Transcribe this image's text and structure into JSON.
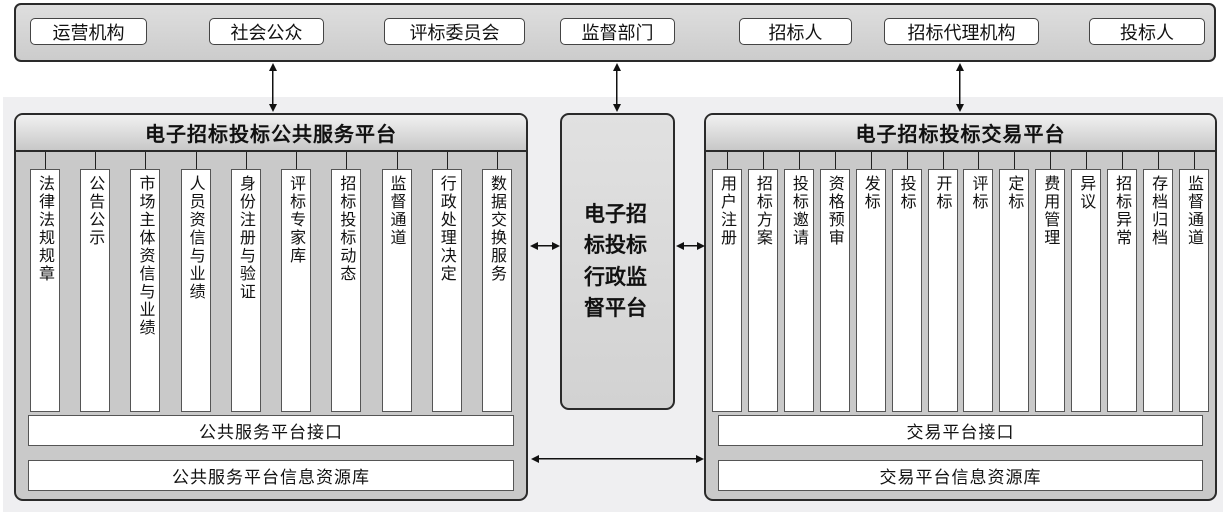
{
  "top_bar": {
    "actors": [
      "运营机构",
      "社会公众",
      "评标委员会",
      "监督部门",
      "招标人",
      "招标代理机构",
      "投标人"
    ]
  },
  "service_platform": {
    "title": "电子招标投标公共服务平台",
    "modules": [
      "法律法规规章",
      "公告公示",
      "市场主体资信与业绩",
      "人员资信与业绩",
      "身份注册与验证",
      "评标专家库",
      "招标投标动态",
      "监督通道",
      "行政处理决定",
      "数据交换服务"
    ],
    "interface_bar": "公共服务平台接口",
    "resource_bar": "公共服务平台信息资源库"
  },
  "supervision_platform": {
    "title": "电子招标投标行政监督平台"
  },
  "trading_platform": {
    "title": "电子招标投标交易平台",
    "modules": [
      "用户注册",
      "招标方案",
      "投标邀请",
      "资格预审",
      "发标",
      "投标",
      "开标",
      "评标",
      "定标",
      "费用管理",
      "异议",
      "招标异常",
      "存档归档",
      "监督通道"
    ],
    "interface_bar": "交易平台接口",
    "resource_bar": "交易平台信息资源库"
  },
  "colors": {
    "backdrop": "#efeff1",
    "panel_fill": "#c9c9c9",
    "box_fill": "#ffffff",
    "line": "#111111"
  }
}
